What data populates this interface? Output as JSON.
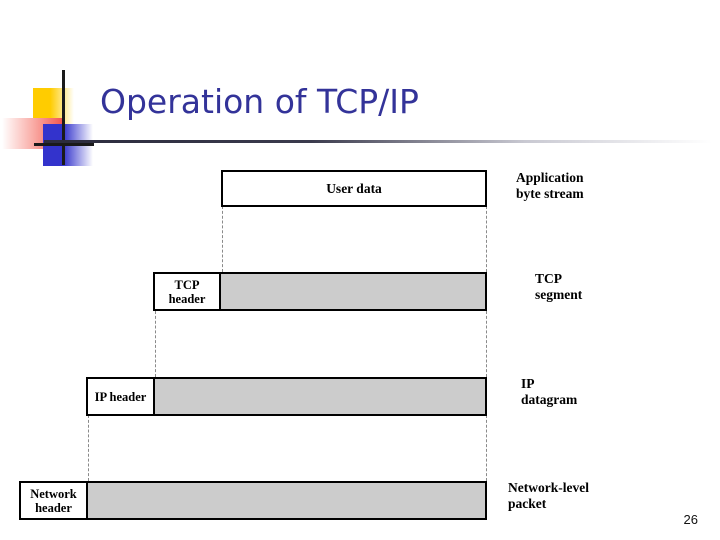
{
  "slide": {
    "title": "Operation of TCP/IP",
    "page_number": "26",
    "title_color": "#333399",
    "deco_colors": {
      "yellow": "#FFCC00",
      "red": "#F4524B",
      "blue": "#3333CC",
      "crosshair": "#1a1a1a"
    }
  },
  "diagram": {
    "payload_fill": "#cccccc",
    "stroke": "#000000",
    "dash_color": "#8a8a8a",
    "rows": [
      {
        "name": "user-data",
        "header": null,
        "payload_text": "User data",
        "payload_filled": false,
        "right_label": "Application\nbyte stream"
      },
      {
        "name": "tcp-segment",
        "header": "TCP\nheader",
        "payload_text": "",
        "payload_filled": true,
        "right_label": "TCP\nsegment"
      },
      {
        "name": "ip-datagram",
        "header": "IP\nheader",
        "payload_text": "",
        "payload_filled": true,
        "right_label": "IP\ndatagram"
      },
      {
        "name": "network-level-packet",
        "header": "Network\nheader",
        "payload_text": "",
        "payload_filled": true,
        "right_label": "Network-level\npacket"
      }
    ]
  }
}
